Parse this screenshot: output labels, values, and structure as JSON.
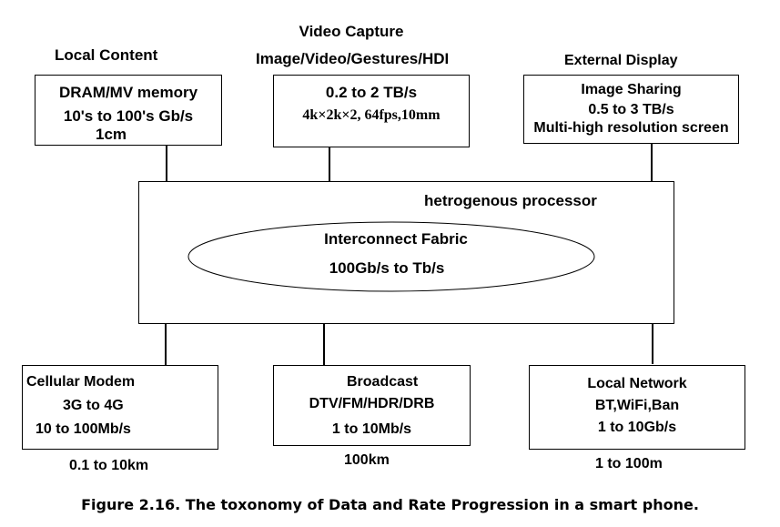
{
  "top": {
    "local_content": {
      "heading": "Local Content",
      "line1": "DRAM/MV memory",
      "line2": "10's to 100's Gb/s",
      "line3": "1cm"
    },
    "video_capture": {
      "heading1": "Video Capture",
      "heading2": "Image/Video/Gestures/HDI",
      "line1": "0.2 to 2 TB/s",
      "line2": "4k×2k×2, 64fps,10mm"
    },
    "external_display": {
      "heading": "External Display",
      "line1": "Image Sharing",
      "line2": "0.5 to 3 TB/s",
      "line3": "Multi-high resolution screen"
    }
  },
  "center": {
    "processor_label": "hetrogenous processor",
    "fabric_line1": "Interconnect Fabric",
    "fabric_line2": "100Gb/s to Tb/s"
  },
  "bottom": {
    "cellular": {
      "line1": "Cellular Modem",
      "line2": "3G to 4G",
      "line3": "10 to 100Mb/s",
      "range": "0.1 to 10km"
    },
    "broadcast": {
      "line1": "Broadcast",
      "line2": "DTV/FM/HDR/DRB",
      "line3": "1 to 10Mb/s",
      "range": "100km"
    },
    "local_network": {
      "line1": "Local Network",
      "line2": "BT,WiFi,Ban",
      "line3": "1 to 10Gb/s",
      "range": "1 to 100m"
    }
  },
  "caption": "Figure 2.16. The toxonomy of Data and Rate Progression in a smart phone."
}
